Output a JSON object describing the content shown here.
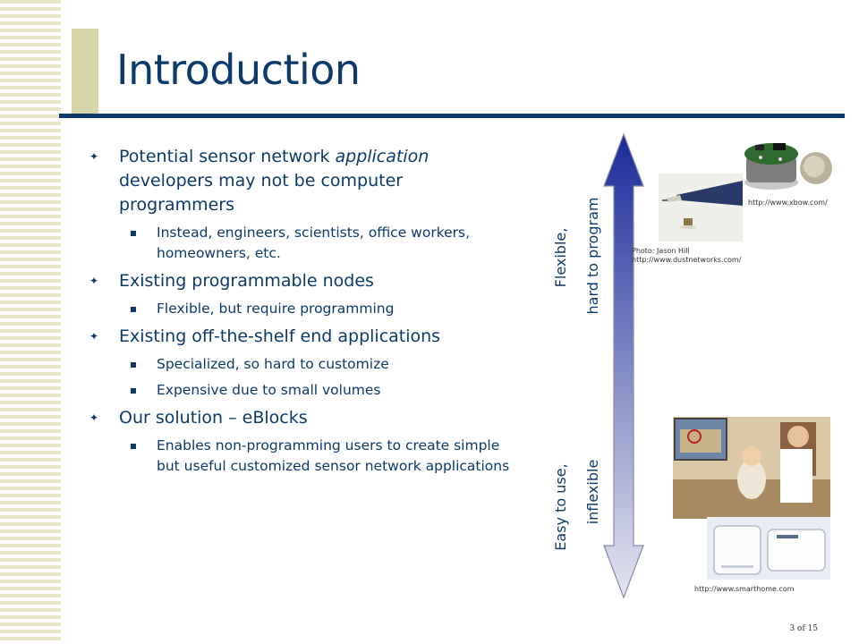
{
  "title": "Introduction",
  "bullets": [
    {
      "segments": [
        "Potential sensor network ",
        "application",
        " developers may not be computer programmers"
      ],
      "sub": [
        "Instead, engineers, scientists, office workers, homeowners, etc."
      ]
    },
    {
      "text": "Existing programmable nodes",
      "sub": [
        "Flexible, but require programming"
      ]
    },
    {
      "text": "Existing off-the-shelf end applications",
      "sub": [
        "Specialized, so hard to customize",
        "Expensive due to small volumes"
      ]
    },
    {
      "text": "Our solution – eBlocks",
      "sub": [
        "Enables non-programming users to create simple but useful customized sensor network applications"
      ]
    }
  ],
  "axis": {
    "top_line1": "Flexible,",
    "top_line2": "hard to program",
    "bottom_line1": "Easy to use,",
    "bottom_line2": "inflexible"
  },
  "credits": {
    "xbow": "http://www.xbow.com/",
    "photo_by": "Photo: Jason Hill",
    "dust": "http://www.dustnetworks.com/",
    "smarthome": "http://www.smarthome.com"
  },
  "slide_number": "3 of 15",
  "colors": {
    "accent": "#0c3a6b",
    "arrow_top": "#1a2a9a",
    "arrow_bottom": "#d0d0e6"
  },
  "icons": [
    "xbow-mote-image",
    "dust-mote-image",
    "smarthome-photo-image",
    "garage-door-kit-image"
  ]
}
